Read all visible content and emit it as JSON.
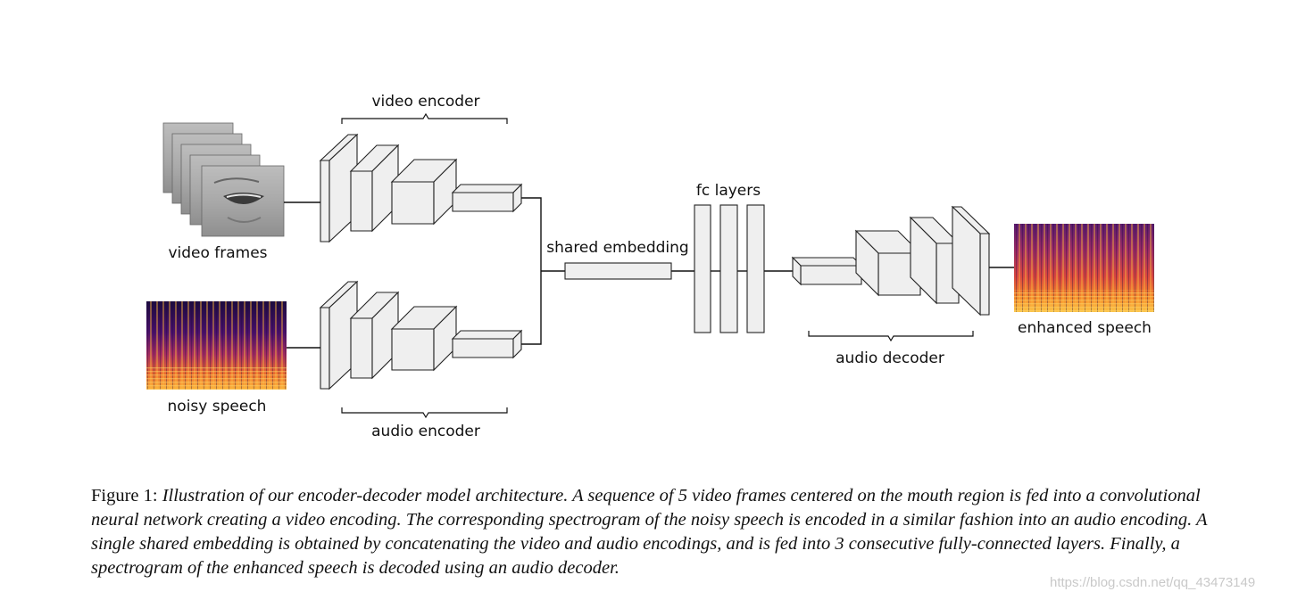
{
  "diagram": {
    "labels": {
      "video_encoder": "video encoder",
      "video_frames": "video frames",
      "noisy_speech": "noisy speech",
      "audio_encoder": "audio encoder",
      "shared_embedding": "shared embedding",
      "fc_layers": "fc layers",
      "audio_decoder": "audio decoder",
      "enhanced_speech": "enhanced speech"
    },
    "video_frame_count": 5,
    "fc_layer_count": 3
  },
  "caption": {
    "prefix": "Figure 1:",
    "text": "Illustration of our encoder-decoder model architecture. A sequence of 5 video frames centered on the mouth region is fed into a convolutional neural network creating a video encoding. The corresponding spectrogram of the noisy speech is encoded in a similar fashion into an audio encoding. A single shared embedding is obtained by concatenating the video and audio encodings, and is fed into 3 consecutive fully-connected layers. Finally, a spectrogram of the enhanced speech is decoded using an audio decoder."
  },
  "watermark": "https://blog.csdn.net/qq_43473149"
}
